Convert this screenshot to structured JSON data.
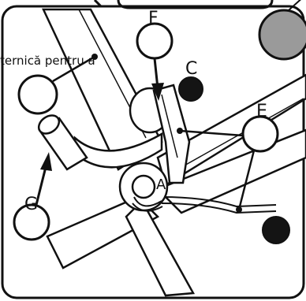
{
  "caption": {
    "text": "ternică pentru a"
  },
  "labels": {
    "F": "F",
    "C": "C",
    "E": "E",
    "G": "G",
    "A": "A"
  },
  "colors": {
    "line": "#111111",
    "frame_fill": "#ffffff",
    "grey_disc": "#9a9a9a",
    "black_disc": "#141414",
    "accent_arrow": "#111111"
  },
  "icons": {
    "callout_empty": "white-circle-callout",
    "callout_filled": "black-circle-marker",
    "callout_grey": "grey-circle-marker"
  }
}
